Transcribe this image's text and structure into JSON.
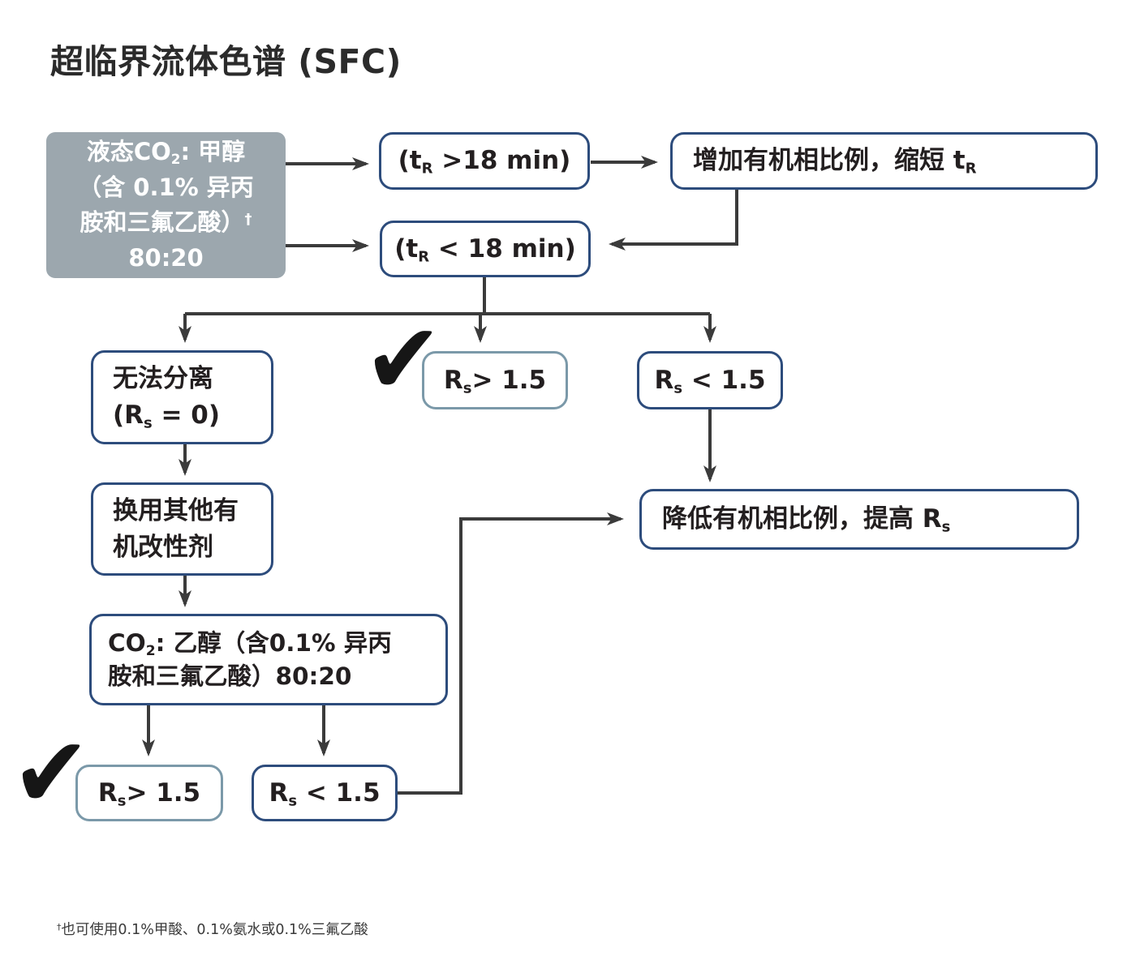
{
  "title": "超临界流体色谱 (SFC)",
  "colors": {
    "node_border": "#2d4c7c",
    "light_node_border": "#7b99a9",
    "start_node_bg": "#9ca7ae",
    "arrow": "#3b3b3b",
    "text": "#231f20"
  },
  "icons": {
    "check": "✔"
  },
  "boxes": {
    "start": {
      "line1_pre": "液态CO",
      "line1_sub": "2",
      "line1_post": ": 甲醇",
      "line2": "（含 0.1% 异丙",
      "line3_pre": "胺和三氟乙酸）",
      "line3_sup": "†",
      "line4": "80:20"
    },
    "tr_gt18": {
      "pre": "(t",
      "sub": "R",
      "post": " >18 min)"
    },
    "increase_organic": {
      "pre": "增加有机相比例，缩短 t",
      "sub": "R"
    },
    "tr_lt18": {
      "pre": "(t",
      "sub": "R",
      "post": " < 18 min)"
    },
    "no_separation": {
      "line1": "无法分离",
      "line2_pre": "(R",
      "line2_sub": "s",
      "line2_post": " = 0)"
    },
    "rs_good_top": {
      "pre": "R",
      "sub": "s",
      "post": "> 1.5"
    },
    "rs_low_top": {
      "pre": "R",
      "sub": "s",
      "post": " < 1.5"
    },
    "change_modifier": {
      "line1": "换用其他有",
      "line2": "机改性剂"
    },
    "decrease_organic": {
      "pre": "降低有机相比例，提高 R",
      "sub": "s"
    },
    "co2_ethanol": {
      "line1_pre": "CO",
      "line1_sub": "2",
      "line1_post": ": 乙醇（含0.1% 异丙",
      "line2": "胺和三氟乙酸）80:20"
    },
    "rs_good_bottom": {
      "pre": "R",
      "sub": "s",
      "post": "> 1.5"
    },
    "rs_low_bottom": {
      "pre": "R",
      "sub": "s",
      "post": " < 1.5"
    }
  },
  "footnote": {
    "sup": "†",
    "text": "也可使用0.1%甲酸、0.1%氨水或0.1%三氟乙酸"
  }
}
